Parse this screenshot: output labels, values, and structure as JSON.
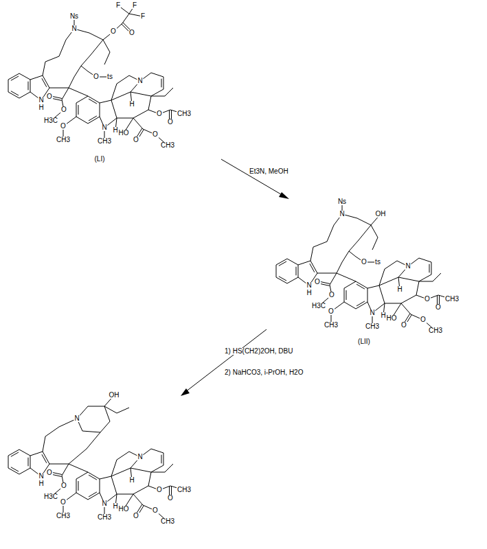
{
  "diagram": {
    "labels": [
      "Ns",
      "N",
      "O",
      "O",
      "F",
      "F",
      "F",
      "O",
      "ts",
      "N",
      "H",
      "O",
      "O",
      "H3C",
      "O",
      "CH3",
      "N",
      "CH3",
      "H",
      "H",
      "N",
      "O",
      "O",
      "CH3",
      "HO",
      "O",
      "O",
      "CH3",
      "(LI)",
      "Et3N, MeOH",
      "Ns",
      "N",
      "OH",
      "O",
      "ts",
      "N",
      "H",
      "O",
      "O",
      "H3C",
      "O",
      "CH3",
      "N",
      "CH3",
      "H",
      "H",
      "N",
      "O",
      "O",
      "CH3",
      "HO",
      "O",
      "O",
      "CH3",
      "(LII)",
      "1) HS(CH2)2OH, DBU",
      "2) NaHCO3, i-PrOH, H2O",
      "N",
      "OH",
      "N",
      "H",
      "O",
      "O",
      "H3C",
      "O",
      "CH3",
      "N",
      "CH3",
      "H",
      "H",
      "N",
      "O",
      "O",
      "CH3",
      "HO",
      "O",
      "O",
      "CH3"
    ]
  }
}
